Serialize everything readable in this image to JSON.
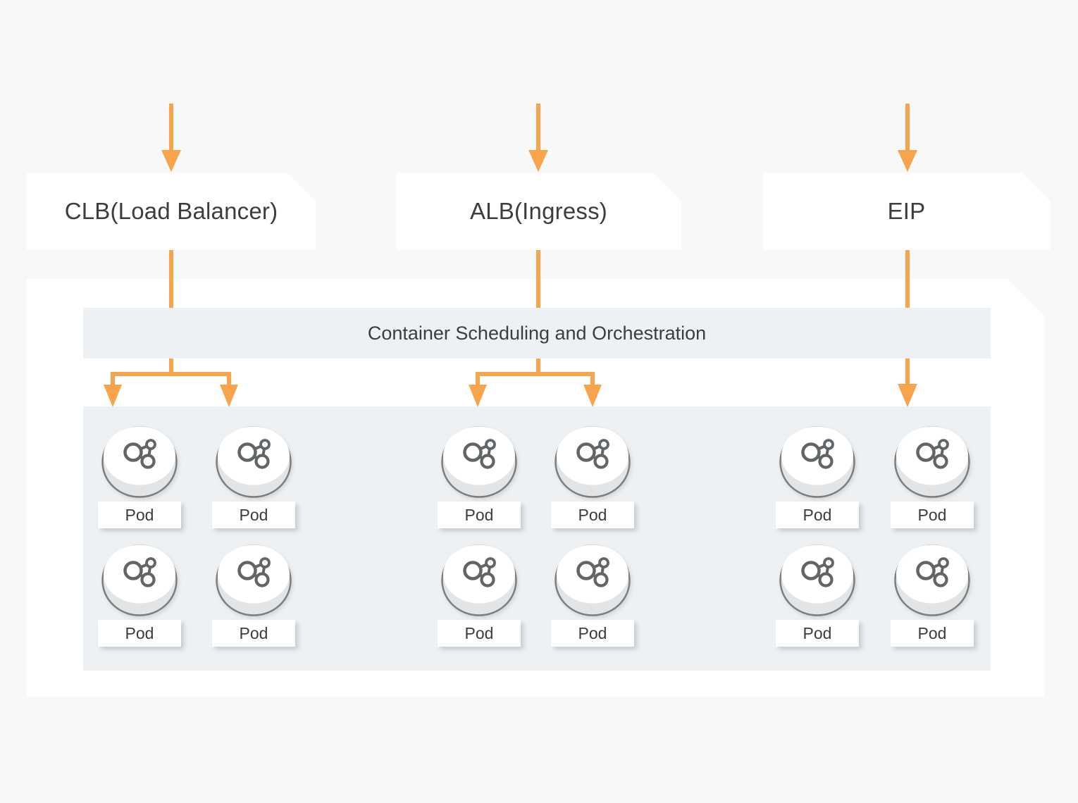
{
  "nodes": [
    {
      "id": "clb",
      "label": "CLB(Load Balancer)"
    },
    {
      "id": "alb",
      "label": "ALB(Ingress)"
    },
    {
      "id": "eip",
      "label": "EIP"
    }
  ],
  "orchestration": {
    "banner_label": "Container Scheduling and Orchestration"
  },
  "pods": {
    "label": "Pod",
    "total_count": 12,
    "groups": [
      {
        "source": "CLB(Load Balancer)",
        "pod_count": 4,
        "rows": 2,
        "cols": 2
      },
      {
        "source": "ALB(Ingress)",
        "pod_count": 4,
        "rows": 2,
        "cols": 2
      },
      {
        "source": "EIP",
        "pod_count": 4,
        "rows": 2,
        "cols": 2
      }
    ]
  },
  "flows": [
    {
      "source": "external",
      "target": "CLB(Load Balancer)"
    },
    {
      "source": "external",
      "target": "ALB(Ingress)"
    },
    {
      "source": "external",
      "target": "EIP"
    },
    {
      "source": "CLB(Load Balancer)",
      "target": "Pods",
      "branches": 2
    },
    {
      "source": "ALB(Ingress)",
      "target": "Pods",
      "branches": 2
    },
    {
      "source": "EIP",
      "target": "Pods",
      "branches": 1
    }
  ],
  "colors": {
    "arrow": "#F7A44C",
    "panel": "#EDF1F3",
    "container": "#FFFFFF",
    "page_background": "#F7F8F9",
    "text": "#3B3D3F",
    "pod_outline": "#7C7F81"
  },
  "icons": {
    "pod": "pod-cylinder-molecule-icon"
  }
}
